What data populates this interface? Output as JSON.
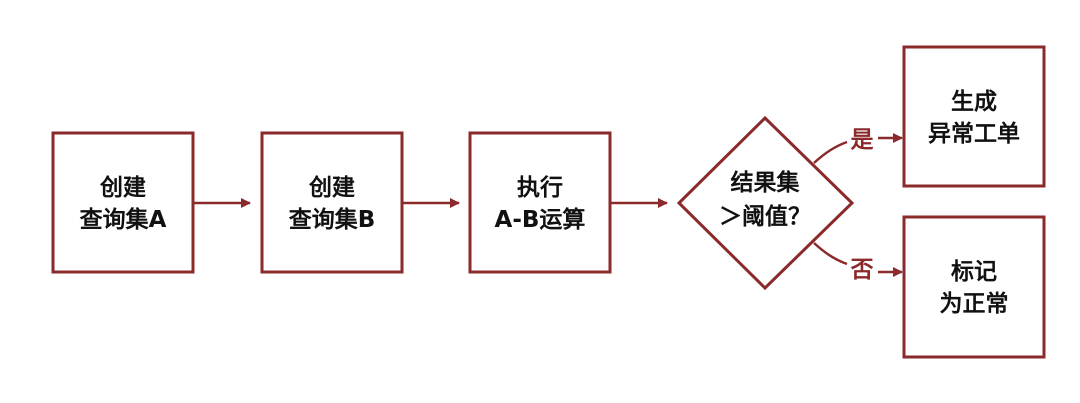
{
  "colors": {
    "accent": "#8b2a2a",
    "text": "#111111"
  },
  "nodes": {
    "a": [
      "创建",
      "查询集A"
    ],
    "b": [
      "创建",
      "查询集B"
    ],
    "c": [
      "执行",
      "A-B运算"
    ],
    "decision": [
      "结果集",
      "＞阈值？"
    ],
    "yes_box": [
      "生成",
      "异常工单"
    ],
    "no_box": [
      "标记",
      "为正常"
    ]
  },
  "branches": {
    "yes": "是",
    "no": "否"
  }
}
